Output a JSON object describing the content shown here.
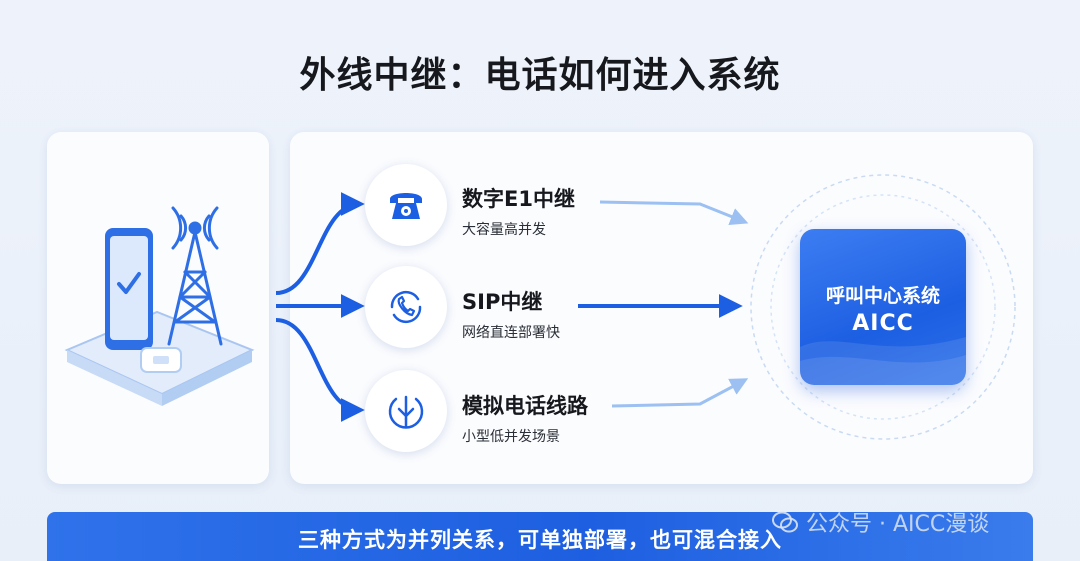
{
  "title": "外线中继：电话如何进入系统",
  "methods": [
    {
      "name": "数字E1中继",
      "desc": "大容量高并发",
      "icon": "telephone-icon"
    },
    {
      "name": "SIP中继",
      "desc": "网络直连部署快",
      "icon": "sip-phone-icon"
    },
    {
      "name": "模拟电话线路",
      "desc": "小型低并发场景",
      "icon": "analog-line-icon"
    }
  ],
  "aicc": {
    "line1": "呼叫中心系统",
    "line2": "AICC"
  },
  "banner": "三种方式为并列关系，可单独部署，也可混合接入",
  "watermark": "公众号 · AICC漫谈",
  "colors": {
    "accent": "#1d5fe2",
    "accent_light": "#9cc0f2",
    "text": "#16181d"
  }
}
